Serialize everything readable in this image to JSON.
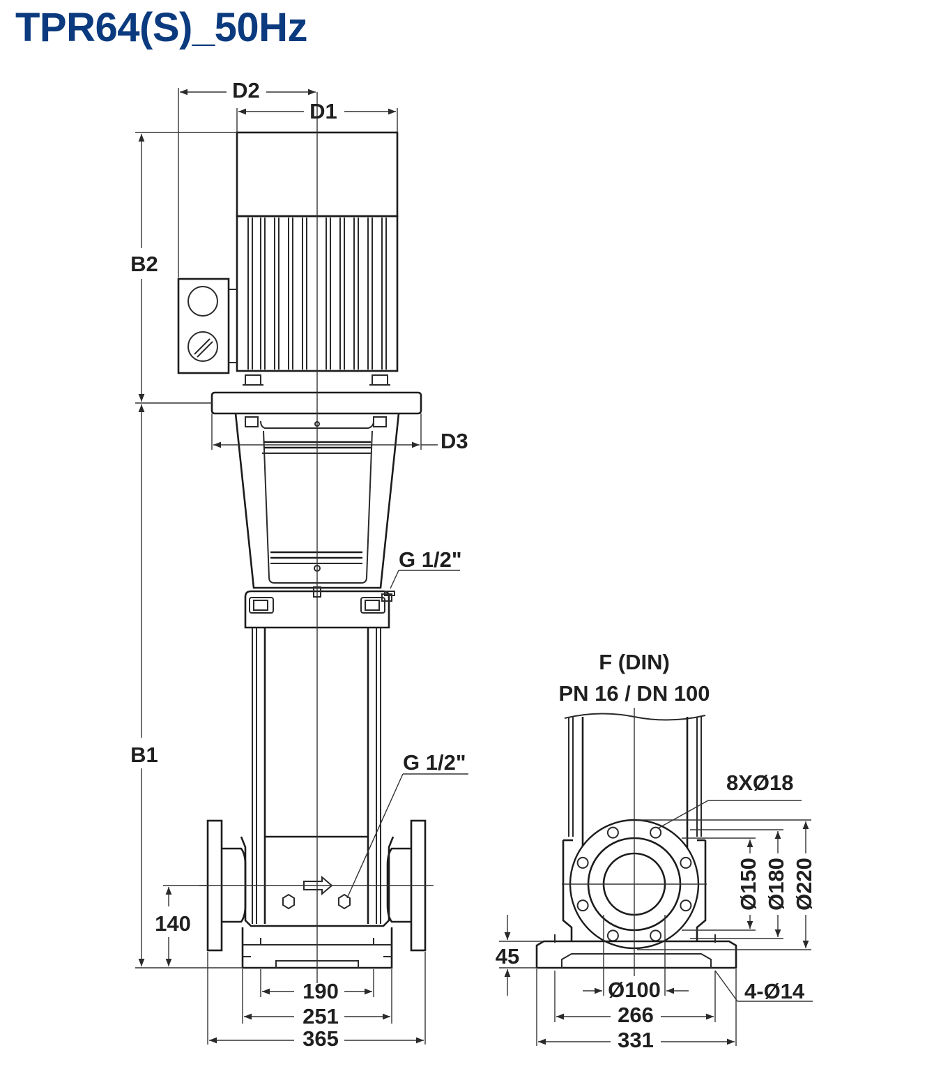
{
  "title": "TPR64(S)_50Hz",
  "colors": {
    "title": "#0b3a7e",
    "line": "#1c1c1c"
  },
  "labels": {
    "d2": "D2",
    "d1": "D1",
    "d3": "D3",
    "b2": "B2",
    "b1": "B1",
    "g_upper": "G 1/2\"",
    "g_lower": "G 1/2\"",
    "h140": "140",
    "w190": "190",
    "w251": "251",
    "w365": "365",
    "flange_line1": "F (DIN)",
    "flange_line2": "PN 16 / DN 100",
    "bolts": "8XØ18",
    "dia150": "Ø150",
    "dia180": "Ø180",
    "dia220": "Ø220",
    "h45": "45",
    "dia100": "Ø100",
    "w266": "266",
    "w331": "331",
    "holes": "4-Ø14"
  }
}
